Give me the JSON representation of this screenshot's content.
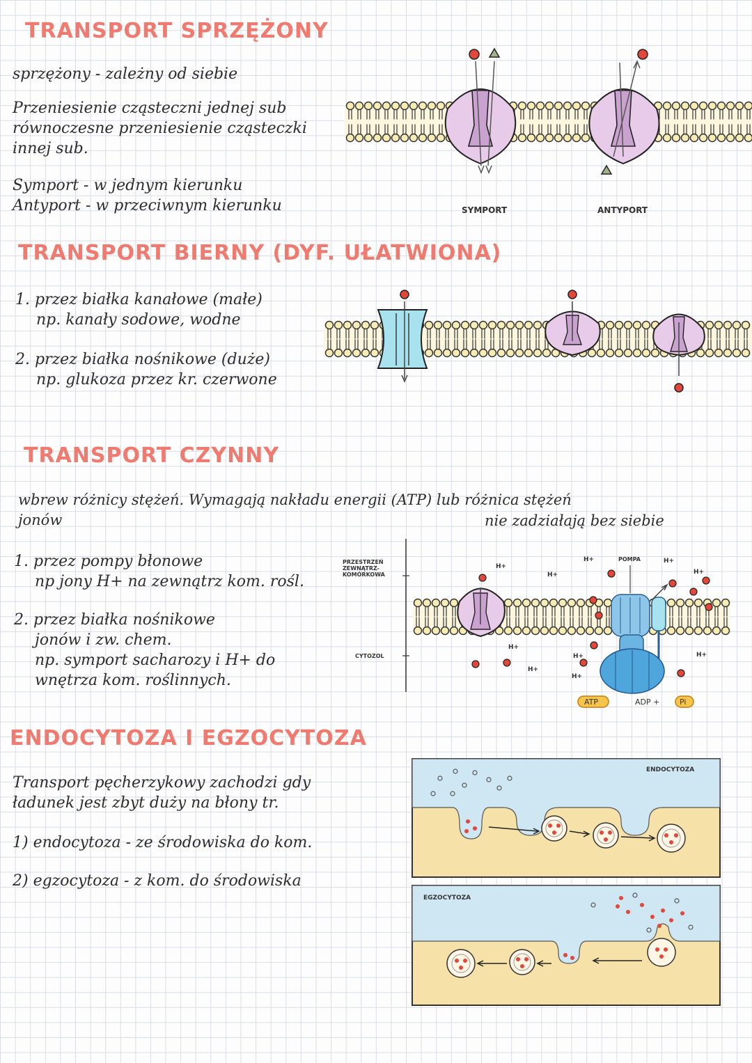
{
  "sections": {
    "s1": {
      "heading": "TRANSPORT SPRZĘŻONY",
      "lines": [
        "sprzężony - zależny od siebie",
        "Przeniesienie cząsteczni jednej sub",
        "równoczesne przeniesienie cząsteczki",
        "innej sub.",
        "Symport - w jednym kierunku",
        "Antyport - w przeciwnym kierunku"
      ],
      "figure": {
        "label_left": "SYMPORT",
        "label_right": "ANTYPORT"
      }
    },
    "s2": {
      "heading": "TRANSPORT BIERNY (DYF. UŁATWIONA)",
      "lines": [
        "1. przez białka kanałowe (małe)",
        "np. kanały sodowe, wodne",
        "2. przez białka nośnikowe (duże)",
        "np. glukoza przez kr. czerwone"
      ]
    },
    "s3": {
      "heading": "TRANSPORT CZYNNY",
      "intro": [
        "wbrew różnicy stężeń. Wymagają nakładu energii (ATP) lub różnica stężeń",
        "jonów",
        "nie zadziałają bez siebie"
      ],
      "lines": [
        "1. przez pompy błonowe",
        "np jony H+ na zewnątrz kom. rośl.",
        "2. przez białka nośnikowe",
        "jonów i zw. chem.",
        "np. symport sacharozy i H+ do",
        "wnętrza kom. roślinnych."
      ],
      "figure": {
        "label_outside": [
          "PRZESTRZEŃ",
          "ZEWNĄTRZ-",
          "KOMÓRKOWA"
        ],
        "label_cytosol": "CYTOZOL",
        "label_pump": "POMPA",
        "ion": "H+",
        "atp": "ATP",
        "adp": "ADP +",
        "pi": "Pi"
      }
    },
    "s4": {
      "heading": "ENDOCYTOZA I EGZOCYTOZA",
      "lines": [
        "Transport pęcherzykowy zachodzi gdy",
        "ładunek jest zbyt duży na błony tr.",
        "1) endocytoza - ze środowiska do kom.",
        "2) egzocytoza - z kom. do środowiska"
      ],
      "figure_top_label": "ENDOCYTOZA",
      "figure_bottom_label": "EGZOCYTOZA"
    }
  },
  "colors": {
    "heading": "#ef7a6f",
    "protein_pink": "#e7cbe8",
    "channel_pink": "#caa2cf",
    "channel_blue": "#a8e2ee",
    "pump_blue": "#4fa6dc",
    "lipid_head": "#f7ecb3",
    "ion_red": "#e2473a",
    "sugar_green": "#a2b48c",
    "extracellular": "#cfe6f3",
    "cytoplasm": "#f6e2a9"
  }
}
